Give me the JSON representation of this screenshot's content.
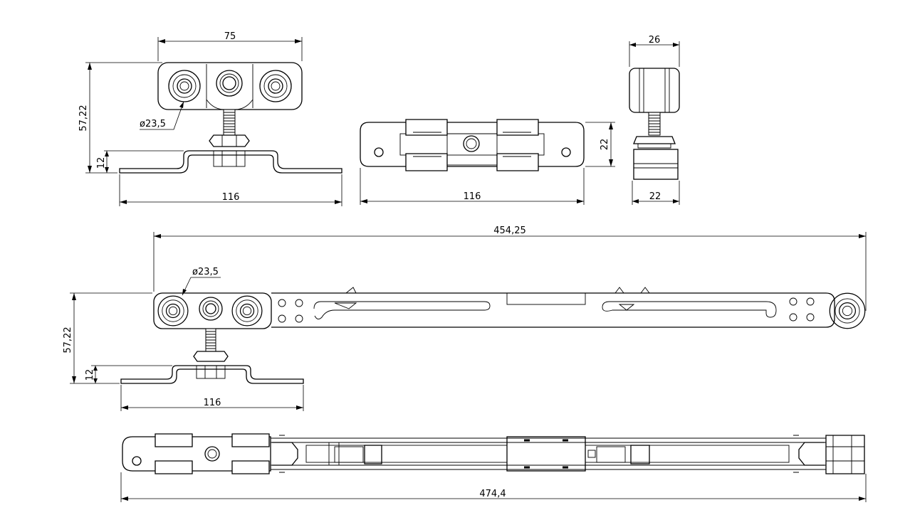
{
  "dimensions": {
    "top_carriage_width": "75",
    "top_carriage_height": "57,22",
    "top_wheel_diameter": "ø23,5",
    "top_plate_height": "12",
    "top_plate_length": "116",
    "plan_plate_length": "116",
    "plan_plate_width": "22",
    "end_view_width_top": "26",
    "end_view_width_bottom": "22",
    "assembly_span": "454,25",
    "assembly_wheel_diameter": "ø23,5",
    "assembly_height": "57,22",
    "assembly_plate_height": "12",
    "assembly_plate_length": "116",
    "overall_length": "474,4"
  }
}
